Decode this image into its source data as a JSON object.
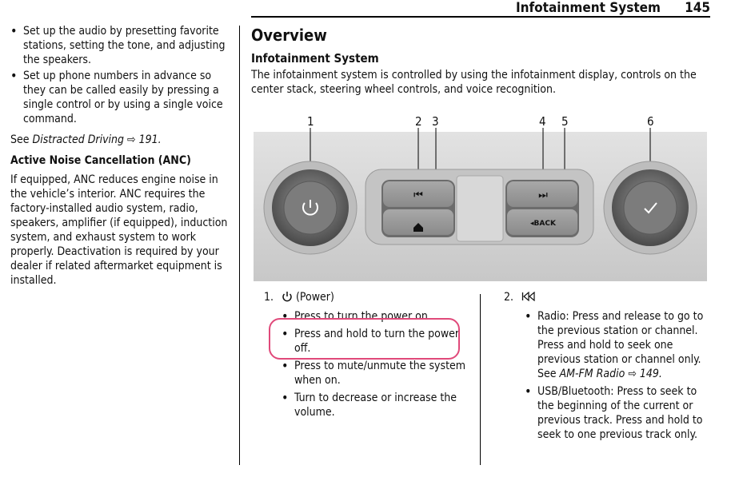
{
  "header": {
    "section_title": "Infotainment System",
    "page_number": "145"
  },
  "left_column": {
    "bullets": [
      "Set up the audio by presetting favorite stations, setting the tone, and adjusting the speakers.",
      "Set up phone numbers in advance so they can be called easily by pressing a single control or by using a single voice command."
    ],
    "see_prefix": "See ",
    "see_link": "Distracted Driving",
    "see_arrow": "⇨",
    "see_page": "191.",
    "anc_heading": "Active Noise Cancellation (ANC)",
    "anc_text": "If equipped, ANC reduces engine noise in the vehicle’s interior. ANC requires the factory-installed audio system, radio, speakers, amplifier (if equipped), induction system, and exhaust system to work properly. Deactivation is required by your dealer if related aftermarket equipment is installed."
  },
  "overview": {
    "heading": "Overview",
    "subheading": "Infotainment System",
    "intro": "The infotainment system is controlled by using the infotainment display, controls on the center stack, steering wheel controls, and voice recognition."
  },
  "diagram": {
    "callouts": [
      "1",
      "2",
      "3",
      "4",
      "5",
      "6"
    ],
    "back_label": "◂BACK"
  },
  "list": {
    "item1": {
      "number": "1.",
      "label": "(Power)",
      "bullets": [
        "Press to turn the power on.",
        "Press and hold to turn the power off.",
        "Press to mute/unmute the system when on.",
        "Turn to decrease or increase the volume."
      ]
    },
    "item2": {
      "number": "2.",
      "bullet1_text": "Radio: Press and release to go to the previous station or channel. Press and hold to seek one previous station or channel only. See ",
      "bullet1_link": "AM-FM Radio",
      "bullet1_arrow": "⇨",
      "bullet1_page": "149.",
      "bullet2": "USB/Bluetooth: Press to seek to the beginning of the current or previous track. Press and hold to seek to one previous track only."
    }
  }
}
